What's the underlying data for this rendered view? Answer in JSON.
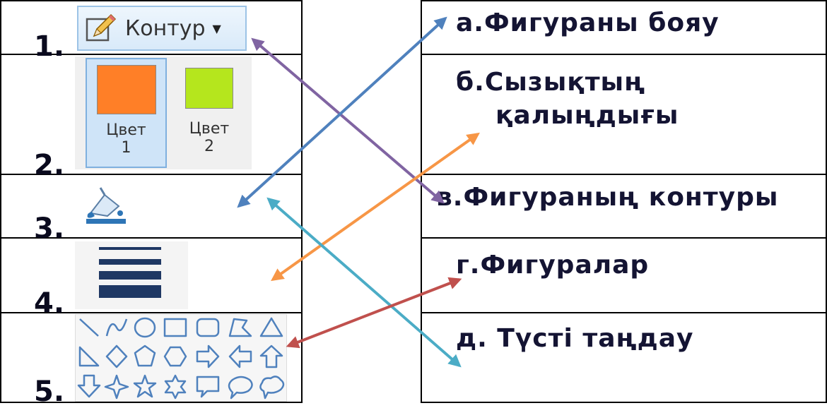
{
  "left_items": [
    {
      "num": "1."
    },
    {
      "num": "2."
    },
    {
      "num": "3."
    },
    {
      "num": "4."
    },
    {
      "num": "5."
    }
  ],
  "kontur_button": {
    "label": "Контур"
  },
  "color_swatches": [
    {
      "label_line1": "Цвет",
      "label_line2": "1",
      "color": "#ff7f27"
    },
    {
      "label_line1": "Цвет",
      "label_line2": "2",
      "color": "#b5e61d"
    }
  ],
  "answers": [
    {
      "text": "а.Фигураны бояу"
    },
    {
      "line1": "б.Сызықтың",
      "line2": "қалыңдығы"
    },
    {
      "text": "в.Фигураның контуры"
    },
    {
      "text": "г.Фигуралар"
    },
    {
      "text": "д. Түсті таңдау"
    }
  ],
  "colors": {
    "line_weight": "#1f3864",
    "arrow_purple": "#8064a2",
    "arrow_blue": "#4f81bd",
    "arrow_orange": "#f79646",
    "arrow_teal": "#4bacc6",
    "arrow_red": "#c0504d",
    "icon_blue": "#2e75b6"
  }
}
